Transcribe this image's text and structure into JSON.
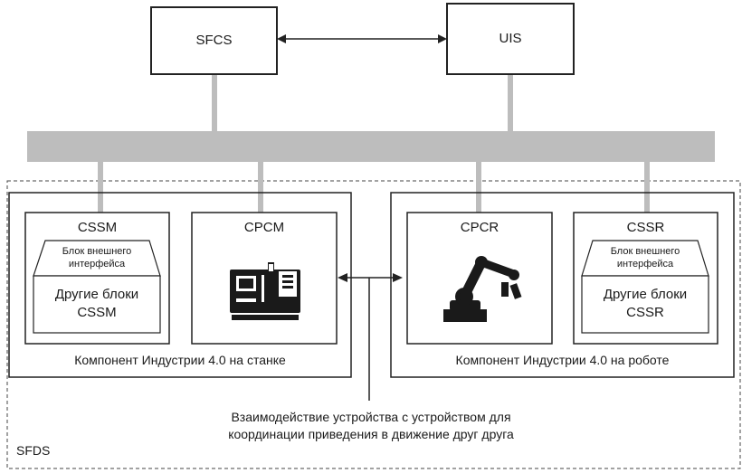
{
  "top_systems": {
    "sfcs": "SFCS",
    "uis": "UIS"
  },
  "sfds_label": "SFDS",
  "machine_component": {
    "caption": "Компонент Индустрии 4.0 на станке",
    "cssm": {
      "title": "CSSM",
      "interface_block": [
        "Блок внешнего",
        "интерфейса"
      ],
      "other_blocks": [
        "Другие блоки",
        "CSSM"
      ]
    },
    "cpcm": {
      "title": "CPCM",
      "icon": "cnc-machine-icon"
    }
  },
  "robot_component": {
    "caption": "Компонент Индустрии 4.0 на роботе",
    "cpcr": {
      "title": "CPCR",
      "icon": "robot-arm-icon"
    },
    "cssr": {
      "title": "CSSR",
      "interface_block": [
        "Блок внешнего",
        "интерфейса"
      ],
      "other_blocks": [
        "Другие блоки",
        "CSSR"
      ]
    }
  },
  "interaction_note": [
    "Взаимодействие устройства с устройством для",
    "координации приведения в движение друг друга"
  ],
  "colors": {
    "bus": "#bdbdbd",
    "connector": "#bdbdbd",
    "stroke": "#222222",
    "icon": "#1a1a1a"
  }
}
